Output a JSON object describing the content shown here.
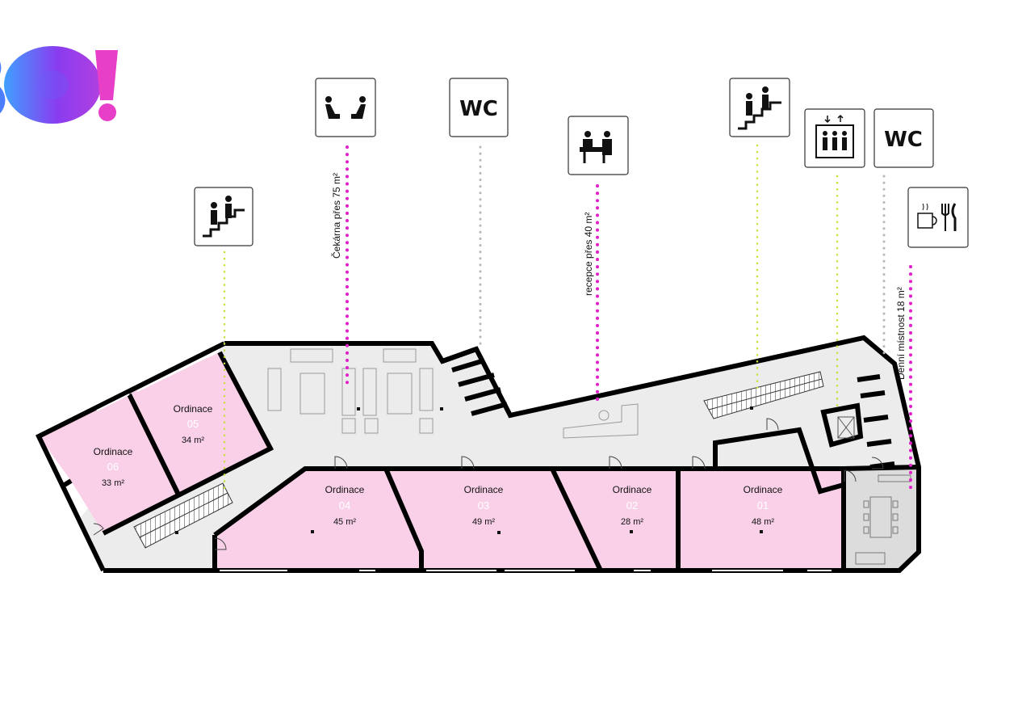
{
  "brand": {
    "logo_text": "BO!",
    "colors": {
      "blue": "#4a7dff",
      "purple": "#8a3cf0",
      "pink": "#e83fc8"
    }
  },
  "icons": [
    {
      "name": "stairs-icon"
    },
    {
      "name": "waiting-room-icon"
    },
    {
      "name": "wc-icon",
      "label": "WC"
    },
    {
      "name": "reception-icon"
    },
    {
      "name": "stairs-icon"
    },
    {
      "name": "elevator-icon"
    },
    {
      "name": "wc-icon",
      "label": "WC"
    },
    {
      "name": "dining-room-icon"
    }
  ],
  "callouts": {
    "waiting": "Čekárna přes 75 m²",
    "reception": "recepce přes 40 m²",
    "staff_room": "Denní místnost 18 m²"
  },
  "rooms": [
    {
      "label": "Ordinace",
      "number": "06",
      "area": "33 m²"
    },
    {
      "label": "Ordinace",
      "number": "05",
      "area": "34 m²"
    },
    {
      "label": "Ordinace",
      "number": "04",
      "area": "45 m²"
    },
    {
      "label": "Ordinace",
      "number": "03",
      "area": "49 m²"
    },
    {
      "label": "Ordinace",
      "number": "02",
      "area": "28 m²"
    },
    {
      "label": "Ordinace",
      "number": "01",
      "area": "48 m²"
    }
  ],
  "colors": {
    "room_fill": "#f9d0e8",
    "corridor_fill": "#ececec",
    "staff_fill": "#dcdcdc",
    "dot_magenta": "#e020c8",
    "dot_grey": "#b8b8b8",
    "dot_lime": "#c6e040"
  }
}
